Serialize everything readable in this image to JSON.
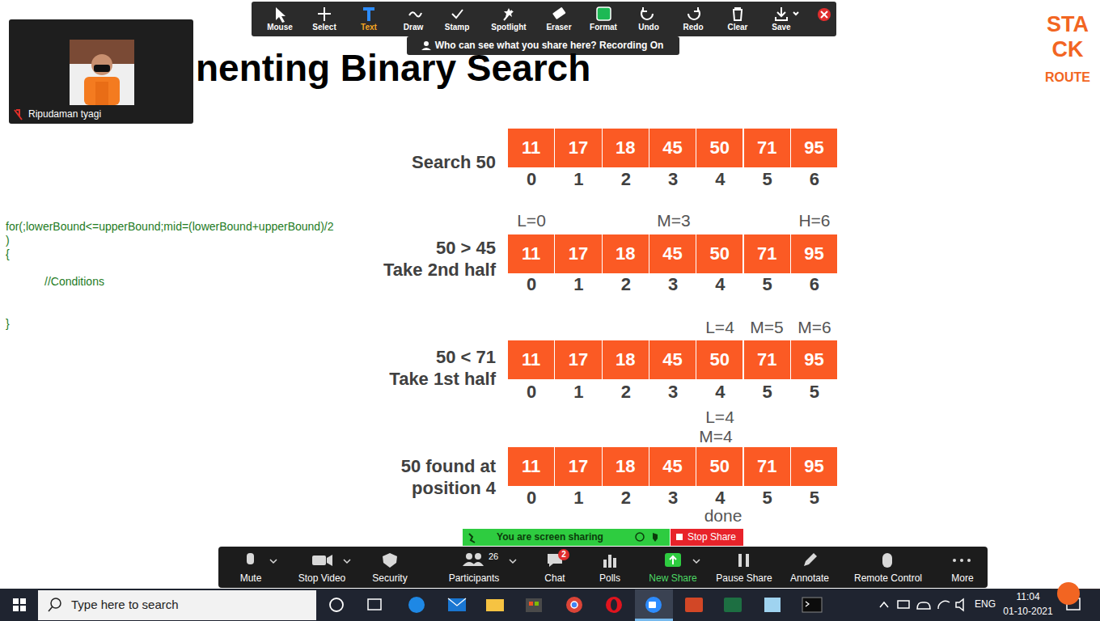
{
  "diagram": {
    "title": "nenting Binary Search",
    "nodes": [
      {
        "text": [
          "11"
        ]
      },
      {
        "text": [
          "17"
        ]
      },
      {
        "text": [
          "18"
        ]
      },
      {
        "text": [
          "45"
        ]
      },
      {
        "text": [
          "50"
        ]
      },
      {
        "text": [
          "71"
        ]
      },
      {
        "text": [
          "95"
        ]
      },
      {
        "text": [
          "11"
        ]
      },
      {
        "text": [
          "17"
        ]
      },
      {
        "text": [
          "18"
        ]
      },
      {
        "text": [
          "45"
        ]
      },
      {
        "text": [
          "50"
        ]
      },
      {
        "text": [
          "71"
        ]
      },
      {
        "text": [
          "95"
        ]
      },
      {
        "text": [
          "11"
        ]
      },
      {
        "text": [
          "17"
        ]
      },
      {
        "text": [
          "18"
        ]
      },
      {
        "text": [
          "45"
        ]
      },
      {
        "text": [
          "50"
        ]
      },
      {
        "text": [
          "71"
        ]
      },
      {
        "text": [
          "95"
        ]
      },
      {
        "text": [
          "11"
        ]
      },
      {
        "text": [
          "17"
        ]
      },
      {
        "text": [
          "18"
        ]
      },
      {
        "text": [
          "45"
        ]
      },
      {
        "text": [
          "50"
        ]
      },
      {
        "text": [
          "71"
        ]
      },
      {
        "text": [
          "95"
        ]
      }
    ],
    "labels": [
      "Mouse",
      "Select",
      "Text",
      "Draw",
      "Stamp",
      "Spotlight",
      "Eraser",
      "Format",
      "Undo",
      "Redo",
      "Clear",
      "Save",
      "Who can see what you share here? Recording On",
      "Ripudaman tyagi",
      "STA",
      "CK",
      "ROUTE",
      "for(;lowerBound<=upperBound;mid=(lowerBound+upperBound)/2",
      ")",
      "{",
      "//Conditions",
      "}",
      "Search 50",
      "0",
      "1",
      "2",
      "3",
      "4",
      "5",
      "6",
      "L=0",
      "M=3",
      "H=6",
      "50 > 45",
      "Take 2nd half",
      "0",
      "1",
      "2",
      "3",
      "4",
      "5",
      "6",
      "L=4",
      "M=5",
      "M=6",
      "50 < 71",
      "Take 1st half",
      "0",
      "1",
      "2",
      "3",
      "4",
      "5",
      "5",
      "L=4",
      "M=4",
      "50 found at position 4",
      "0",
      "1",
      "2",
      "3",
      "4",
      "5",
      "5",
      "done",
      "You are screen sharing",
      "Stop Share",
      "Mute",
      "Stop Video",
      "Security",
      "26",
      "Participants",
      "2",
      "Chat",
      "Polls",
      "New Share",
      "Pause Share",
      "Annotate",
      "Remote Control",
      "More",
      "Type here to search",
      "ENG",
      "11:04",
      "01-10-2021"
    ]
  }
}
